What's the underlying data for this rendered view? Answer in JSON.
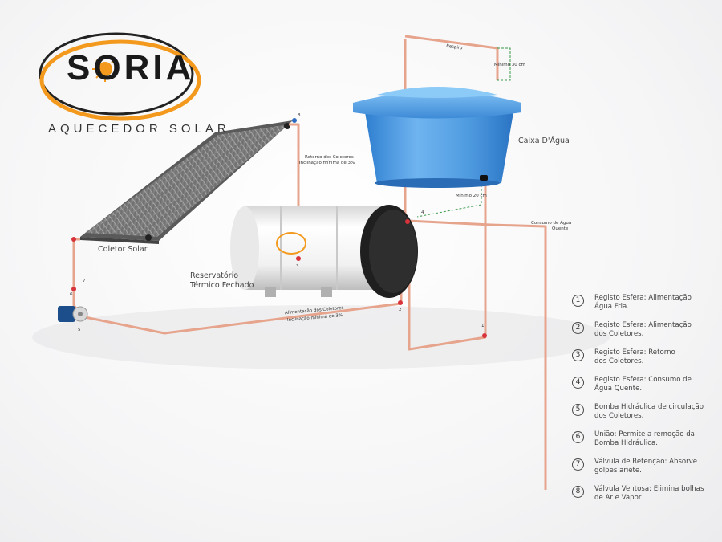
{
  "brand": {
    "name": "SORIA",
    "subtitle": "AQUECEDOR SOLAR"
  },
  "labels": {
    "collector": "Coletor Solar",
    "reservoir_line1": "Reservatório",
    "reservoir_line2": "Térmico Fechado",
    "water_tank": "Caixa D'Água",
    "vent": "Respiro",
    "min30": "Mínimo 30 cm",
    "min20": "Mínimo 20 cm",
    "return_line1": "Retorno dos Coletores",
    "return_line2": "Inclinação mínima de 3%",
    "feed_line1": "Alimentação dos Coletores",
    "feed_line2": "Inclinação mínima de 3%",
    "hot_line1": "Consumo de Água",
    "hot_line2": "Quente"
  },
  "markers": [
    "1",
    "2",
    "3",
    "4",
    "5",
    "6",
    "7",
    "8"
  ],
  "legend": [
    {
      "num": "1",
      "line1": "Registo Esfera: Alimentação",
      "line2": "Água Fria."
    },
    {
      "num": "2",
      "line1": "Registo Esfera: Alimentação",
      "line2": "dos Coletores."
    },
    {
      "num": "3",
      "line1": "Registo Esfera: Retorno",
      "line2": "dos Coletores."
    },
    {
      "num": "4",
      "line1": "Registo Esfera: Consumo de",
      "line2": "Água Quente."
    },
    {
      "num": "5",
      "line1": "Bomba Hidráulica de circulação",
      "line2": "dos Coletores."
    },
    {
      "num": "6",
      "line1": "União: Permite a remoção da",
      "line2": "Bomba Hidráulica."
    },
    {
      "num": "7",
      "line1": "Válvula de Retenção: Absorve",
      "line2": "golpes ariete."
    },
    {
      "num": "8",
      "line1": "Válvula Ventosa: Elimina bolhas",
      "line2": "de Ar e Vapor"
    }
  ],
  "colors": {
    "pipe": "#e7a48d",
    "pipe_dark": "#d9826a",
    "valve": "#d8323a",
    "logo_orange": "#f39a1e",
    "tank_blue": "#4f9be0",
    "tank_cap": "#2c2c2c"
  }
}
